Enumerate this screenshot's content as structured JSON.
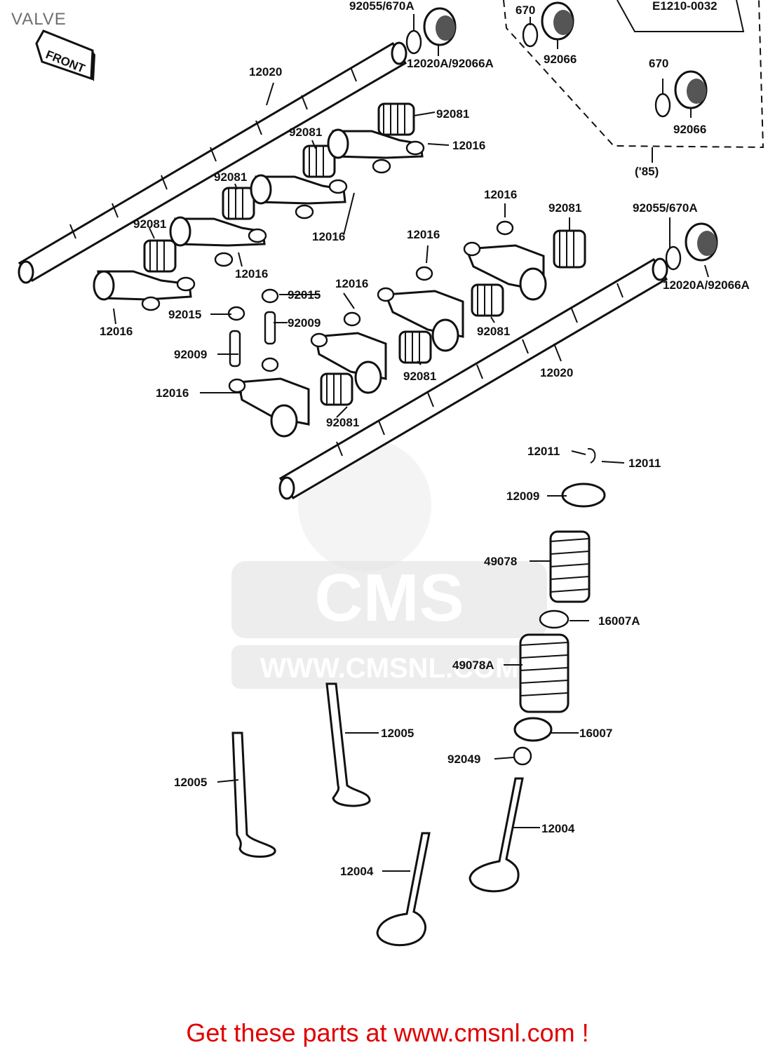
{
  "title": "VALVE",
  "footer": "Get these parts at www.cmsnl.com !",
  "diagram_code": "E1210-0032",
  "front_label": "FRONT",
  "variant_label": "('85)",
  "watermark": {
    "logo": "CMS",
    "url": "WWW.CMSNL.COM"
  },
  "callouts": [
    "92055/670A",
    "12020A/92066A",
    "670",
    "92066",
    "670",
    "92066",
    "12020",
    "92081",
    "92081",
    "12016",
    "92081",
    "12016",
    "92081",
    "12016",
    "12016",
    "12016",
    "92081",
    "92055/670A",
    "12016",
    "12020A/92066A",
    "92015",
    "12016",
    "92015",
    "92009",
    "92009",
    "92081",
    "92081",
    "12020",
    "12016",
    "92081",
    "12011",
    "12011",
    "12009",
    "49078",
    "16007A",
    "49078A",
    "12005",
    "16007",
    "92049",
    "12005",
    "12004",
    "12004"
  ]
}
